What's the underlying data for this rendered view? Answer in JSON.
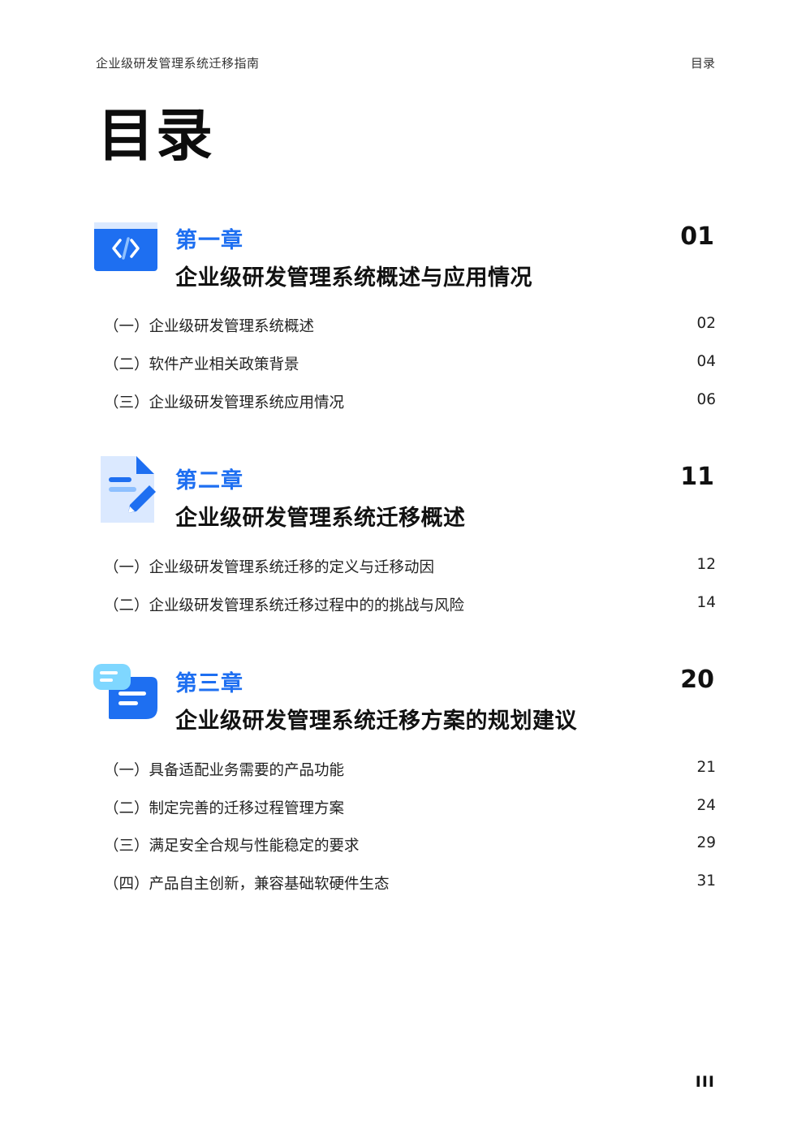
{
  "header": {
    "doc_title": "企业级研发管理系统迁移指南",
    "section": "目录"
  },
  "page_title": "目录",
  "chapters": [
    {
      "label": "第一章",
      "title": "企业级研发管理系统概述与应用情况",
      "page": "01",
      "icon": "code-icon",
      "sections": [
        {
          "label": "（一）企业级研发管理系统概述",
          "page": "02"
        },
        {
          "label": "（二）软件产业相关政策背景",
          "page": "04"
        },
        {
          "label": "（三）企业级研发管理系统应用情况",
          "page": "06"
        }
      ]
    },
    {
      "label": "第二章",
      "title": "企业级研发管理系统迁移概述",
      "page": "11",
      "icon": "document-edit-icon",
      "sections": [
        {
          "label": "（一）企业级研发管理系统迁移的定义与迁移动因",
          "page": "12"
        },
        {
          "label": "（二）企业级研发管理系统迁移过程中的的挑战与风险",
          "page": "14"
        }
      ]
    },
    {
      "label": "第三章",
      "title": "企业级研发管理系统迁移方案的规划建议",
      "page": "20",
      "icon": "chat-bubbles-icon",
      "sections": [
        {
          "label": "（一）具备适配业务需要的产品功能",
          "page": "21"
        },
        {
          "label": "（二）制定完善的迁移过程管理方案",
          "page": "24"
        },
        {
          "label": "（三）满足安全合规与性能稳定的要求",
          "page": "29"
        },
        {
          "label": "（四）产品自主创新，兼容基础软硬件生态",
          "page": "31"
        }
      ]
    }
  ],
  "page_number": "III",
  "colors": {
    "accent": "#1e6ff1",
    "light_accent": "#dbe9ff",
    "text": "#111111"
  }
}
